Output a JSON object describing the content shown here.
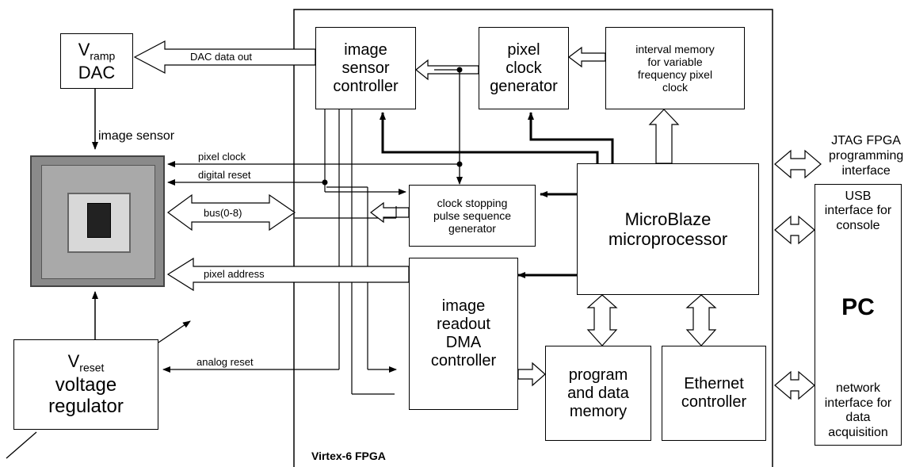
{
  "fpga_label": "Virtex-6  FPGA",
  "vramp_dac": {
    "v": "V",
    "sub": "ramp",
    "line2": "DAC"
  },
  "vreset_reg": {
    "v": "V",
    "sub": "reset",
    "line2": "voltage",
    "line3": "regulator"
  },
  "image_sensor_label": "image sensor",
  "blocks": {
    "image_sensor_controller": [
      "image",
      "sensor",
      "controller"
    ],
    "pixel_clock_generator": [
      "pixel",
      "clock",
      "generator"
    ],
    "interval_memory": [
      "interval memory",
      "for variable",
      "frequency pixel",
      "clock"
    ],
    "clock_stopping": [
      "clock stopping",
      "pulse sequence",
      "generator"
    ],
    "microblaze": [
      "MicroBlaze",
      "microprocessor"
    ],
    "image_readout_dma": [
      "image",
      "readout",
      "DMA",
      "controller"
    ],
    "program_data_memory": [
      "program",
      "and data",
      "memory"
    ],
    "ethernet_controller": [
      "Ethernet",
      "controller"
    ]
  },
  "pc": {
    "title": "PC",
    "usb": [
      "USB",
      "interface for",
      "console"
    ],
    "network": [
      "network",
      "interface for",
      "data",
      "acquisition"
    ]
  },
  "jtag": [
    "JTAG FPGA",
    "programming",
    "interface"
  ],
  "signals": {
    "dac_data_out": "DAC data out",
    "pixel_clock": "pixel clock",
    "digital_reset": "digital reset",
    "bus": "bus(0-8)",
    "pixel_address": "pixel address",
    "analog_reset": "analog reset"
  }
}
